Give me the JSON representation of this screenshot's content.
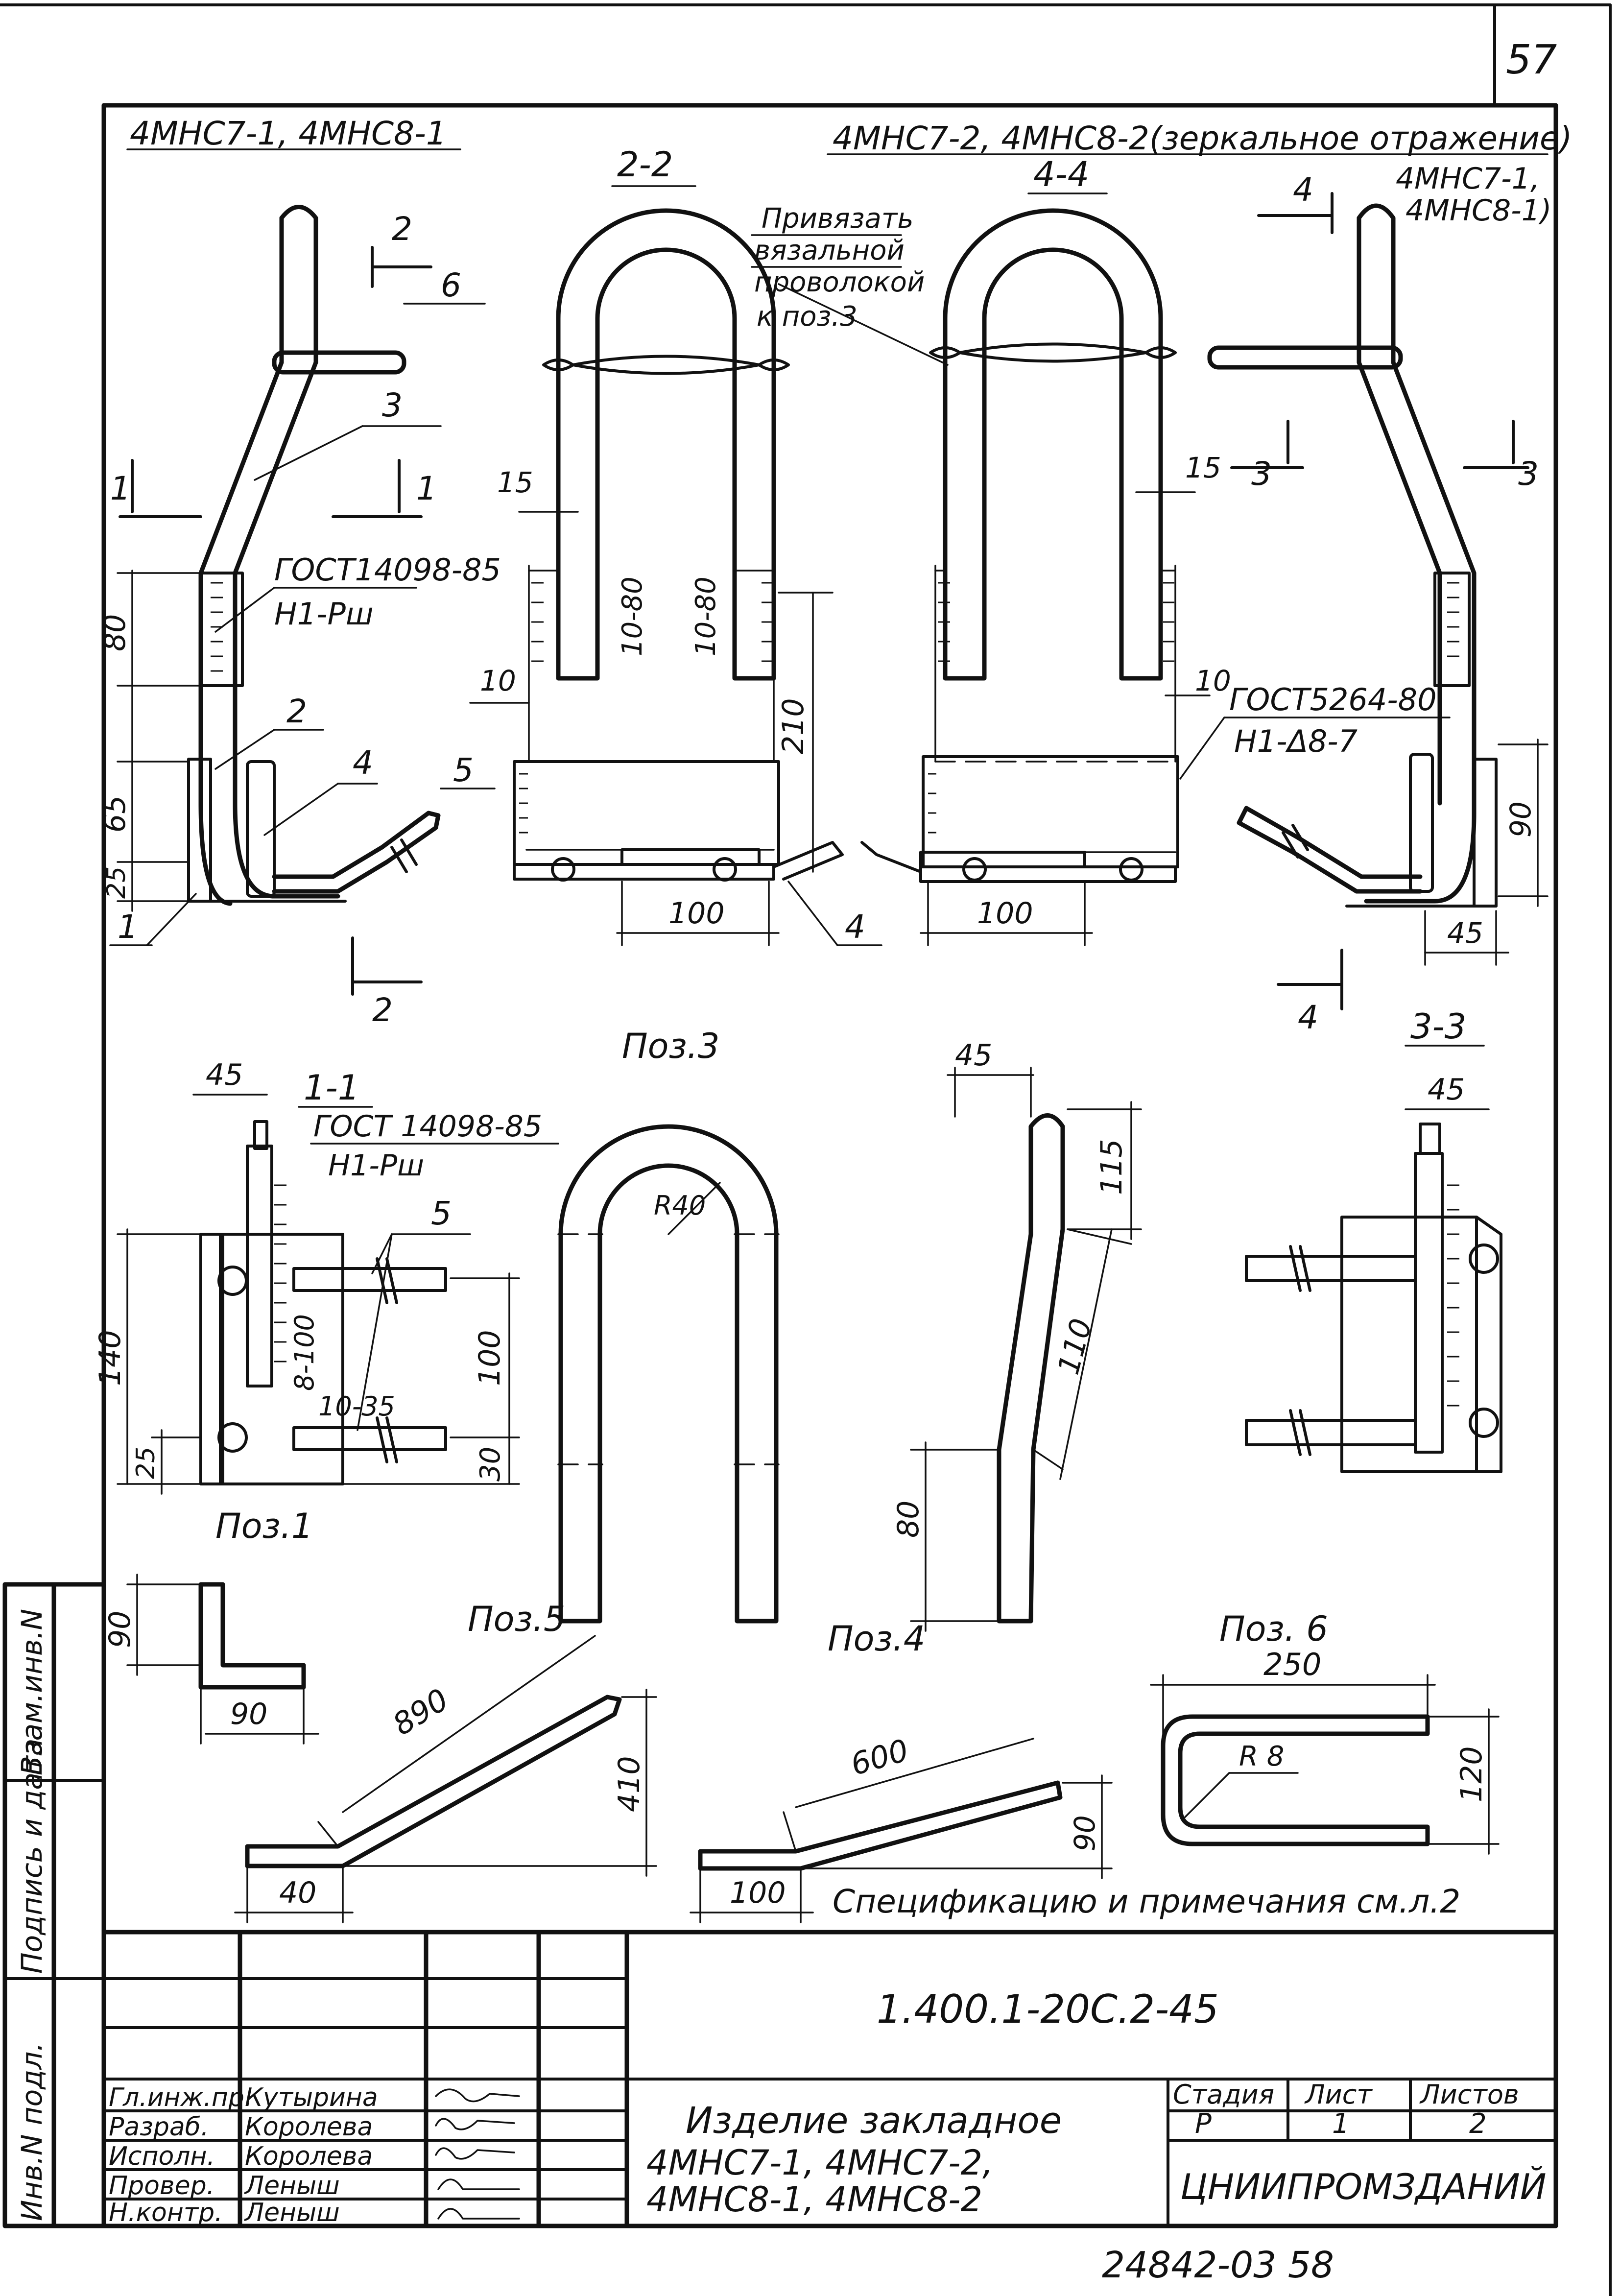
{
  "page": {
    "number_top": "57",
    "number_bottom": "24842-03 58"
  },
  "views": {
    "left_top_title": "4MHC7-1, 4MHC8-1",
    "right_top_title": "4MHC7-2, 4MHC8-2(зеркальное отражение)",
    "right_top_sub1": "4MHC7-1,",
    "right_top_sub2": "4MHC8-1)",
    "sec_2_2": "2-2",
    "sec_4_4": "4-4",
    "sec_1_1": "1-1",
    "sec_3_3": "3-3",
    "note_tie": [
      "Привязать",
      "вязальной",
      "проволокой",
      "к поз.3"
    ],
    "pos3": "Поз.3",
    "pos1": "Поз.1",
    "pos5": "Поз.5",
    "pos4": "Поз.4",
    "pos6": "Поз. 6"
  },
  "labels": {
    "n1": "1",
    "n2": "2",
    "n3": "3",
    "n4": "4",
    "n5": "5",
    "n6": "6",
    "gost14098": "ГОСТ14098-85",
    "h1pw": "Н1-Рш",
    "gost14098b": "ГОСТ 14098-85",
    "h1pw_b": "Н1-Рш",
    "gost5264": "ГОСТ5264-80",
    "h1d8": "Н1-Δ8-7",
    "r40": "R40",
    "r8": "R 8"
  },
  "dims": {
    "d80": "80",
    "d65": "65",
    "d25": "25",
    "d15a": "15",
    "d15b": "15",
    "d10a": "10",
    "d10b": "10",
    "d1080a": "10-80",
    "d1080b": "10-80",
    "d210": "210",
    "d100a": "100",
    "d100b": "100",
    "d90": "90",
    "d45a": "45",
    "d45b": "45",
    "d140": "140",
    "d25b": "25",
    "d8100": "8-100",
    "d1035": "10-35",
    "d100c": "100",
    "d30": "30",
    "d45c": "45",
    "d115": "115",
    "d110": "110",
    "d80b": "80",
    "d45d": "45",
    "d90b": "90",
    "d90c": "90",
    "d890": "890",
    "d410": "410",
    "d40": "40",
    "d600": "600",
    "d90d": "90",
    "d100d": "100",
    "d250": "250",
    "d120": "120"
  },
  "spec_note": "Спецификацию и примечания см.л.2",
  "title_block": {
    "doc_code": "1.400.1-20С.2-45",
    "name_line1": "Изделие закладное",
    "name_line2": "4МНС7-1,  4МНС7-2,",
    "name_line3": "4МНС8-1,  4МНС8-2",
    "org": "ЦНИИПРОМЗДАНИЙ",
    "col_stage": "Стадия",
    "col_sheet": "Лист",
    "col_sheets": "Листов",
    "stage": "Р",
    "sheet": "1",
    "sheets": "2",
    "roles": [
      {
        "role": "Гл.инж.пр.",
        "name": "Кутырина"
      },
      {
        "role": "Разраб.",
        "name": "Королева"
      },
      {
        "role": "Исполн.",
        "name": "Королева"
      },
      {
        "role": "Провер.",
        "name": "Леныш"
      },
      {
        "role": "Н.контр.",
        "name": "Леныш"
      }
    ],
    "side_cols": [
      "Инв.N подл.",
      "Подпись и дата",
      "Взам.инв.N"
    ]
  }
}
